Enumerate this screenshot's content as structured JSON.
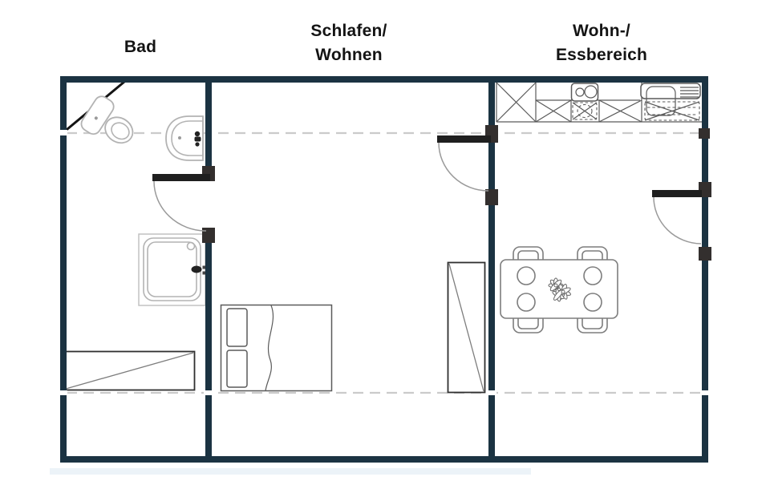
{
  "floorplan": {
    "type": "apartment-floor-plan",
    "rooms": [
      {
        "id": "bad",
        "label_lines": [
          "Bad",
          ""
        ]
      },
      {
        "id": "schlafen-wohnen",
        "label_lines": [
          "Schlafen/",
          "Wohnen"
        ]
      },
      {
        "id": "wohn-essbereich",
        "label_lines": [
          "Wohn-/",
          "Essbereich"
        ]
      }
    ],
    "fixtures": [
      "sloped-ceiling-line",
      "headroom-dashed-lines",
      "toilet",
      "washbasin",
      "shower",
      "wall-handle",
      "roof-window-bad",
      "interior-door-bad",
      "bed",
      "pillows",
      "wardrobe",
      "interior-door-living",
      "kitchen-counter",
      "cooktop",
      "oven",
      "kitchen-sink",
      "dishwasher",
      "dining-table",
      "dining-chairs",
      "plates",
      "plant-centerpiece",
      "entrance-door"
    ],
    "colors": {
      "wall": "#1b3342",
      "door_leaf": "#1f1f1f",
      "door_frame_block": "#332f2e",
      "swing_arc": "#9a9a9a",
      "fixture_light": "#b3b3b3",
      "furniture_dark": "#5a5a5a",
      "furniture_mid": "#7d7d7d",
      "dashed_line": "#cbcbcb",
      "label_text": "#141414",
      "background": "#ffffff",
      "shadow_tint": "#cfe0ee"
    }
  }
}
